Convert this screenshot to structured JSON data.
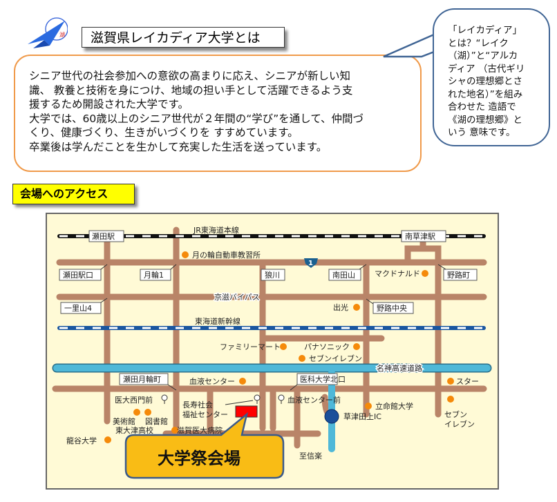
{
  "header": {
    "title": "滋賀県レイカディア大学とは",
    "logo_text": "湖"
  },
  "intro": {
    "text": "シニア世代の社会参加への意欲の高まりに応え、シニアが新しい知\n識、 教養と技術を身につけ、地域の担い手として活躍できるよう支\n援するため開設された大学です。\n大学では、60歳以上のシニア世代が２年間の“学び”を通して、仲間づ\nくり、健康づくり、生きがいづくりを すすめています。\n卒業後は学んだことを生かして充実した生活を送っています。"
  },
  "bubble": {
    "text": "「レイカディア」\nとは？“レイク\n（湖）”と“アルカ\nディア （古代ギリ\nシャの理想郷とさ\nれた地名）”を組み\n合わせた 造語で\n《湖の理想郷》と\nいう 意味です。"
  },
  "access": {
    "label": "会場へのアクセス"
  },
  "map": {
    "lines": {
      "jr": "JR東海道本線",
      "bypass": "京滋バイパス",
      "shinkansen": "東海道新幹線",
      "meishin": "名神高速道路",
      "route1": "1"
    },
    "stations": {
      "seta": "瀬田駅",
      "minamikusatsu": "南草津駅"
    },
    "intersections": {
      "setaeki_guchi": "瀬田駅口",
      "tsukinowa1": "月輪1",
      "okamigawa": "狼川",
      "minamitayama": "南田山",
      "nojicho": "野路町",
      "ichiriyama4": "一里山4",
      "noji_chuo": "野路中央",
      "seta_tsukinowacho": "瀬田月輪町",
      "ikadai_kitaguchi": "医科大学北口"
    },
    "places": {
      "driving_school": "月の輪自動車教習所",
      "mcdonalds": "マクドナルド",
      "idemitsu": "出光",
      "familymart": "ファミリーマート",
      "panasonic": "パナソニック",
      "seven1": "セブンイレブン",
      "blood_center": "血液センター",
      "star": "スター",
      "idai_nishimon": "医大西門前",
      "chouju1": "長寿社会",
      "chouju2": "福祉センター",
      "blood_center_mae": "血液センター前",
      "ritsumeikan": "立命館大学",
      "seven2a": "セブン",
      "seven2b": "イレブン",
      "museum": "美術館",
      "library": "図書館",
      "higashiotsu": "東大津高校",
      "shiga_med_hosp": "滋賀医大病院",
      "ryukoku": "龍谷大学",
      "kusatsu_tanakami_ic": "草津田上IC",
      "shigaraki": "至信楽"
    },
    "venue": "大学祭会場"
  },
  "colors": {
    "road": "#b98468",
    "expressway": "#4fb8d8",
    "shinkansen": "#1a56a0",
    "dot": "#f58a0a",
    "venue_fill": "#f9bc15",
    "map_bg": "#fffad6"
  }
}
